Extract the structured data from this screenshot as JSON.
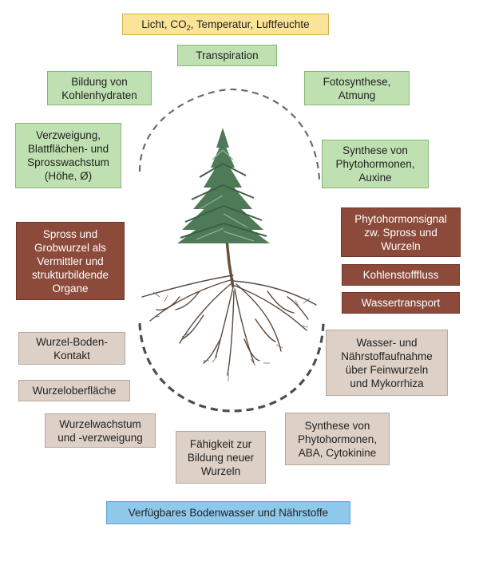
{
  "top": {
    "climate": {
      "prefix": "Licht, CO",
      "sub": "2",
      "suffix": ", Temperatur, Luftfeuchte"
    },
    "transpiration": "Transpiration"
  },
  "left": {
    "carbohydrates": "Bildung von\nKohlenhydraten",
    "branching": "Verzweigung,\nBlattflächen- und\nSprosswachstum\n(Höhe, Ø)",
    "organs": "Spross und\nGrobwurzel als\nVermittler und\nstrukturbildende\nOrgane",
    "soil_contact": "Wurzel-Boden-\nKontakt",
    "root_surface": "Wurzeloberfläche",
    "root_growth": "Wurzelwachstum\nund -verzweigung"
  },
  "right": {
    "photosynthesis": "Fotosynthese,\nAtmung",
    "synthesis_auxin": "Synthese von\nPhytohormonen,\nAuxine",
    "hormone_signal": "Phytohormonsignal\nzw. Spross und\nWurzeln",
    "carbon_flow": "Kohlenstofffluss",
    "water_transport": "Wassertransport",
    "uptake": "Wasser- und\nNährstoffaufnahme\nüber Feinwurzeln\nund Mykorrhiza",
    "synthesis_aba": "Synthese von\nPhytohormonen,\nABA, Cytokinine"
  },
  "bottom": {
    "new_roots": "Fähigkeit zur\nBildung neuer\nWurzeln",
    "soil_water": "Verfügbares Bodenwasser und Nährstoffe"
  },
  "colors": {
    "yellow": "#fbe497",
    "green": "#bfe0b1",
    "brown": "#8c4a3b",
    "tan": "#ddd0c6",
    "blue": "#8ec9ec",
    "needles": "#4f7a58",
    "roots": "#5a4a3c",
    "dash": "#4d4d4d"
  },
  "illustration": {
    "subject": "spruce-seedling-with-roots"
  }
}
